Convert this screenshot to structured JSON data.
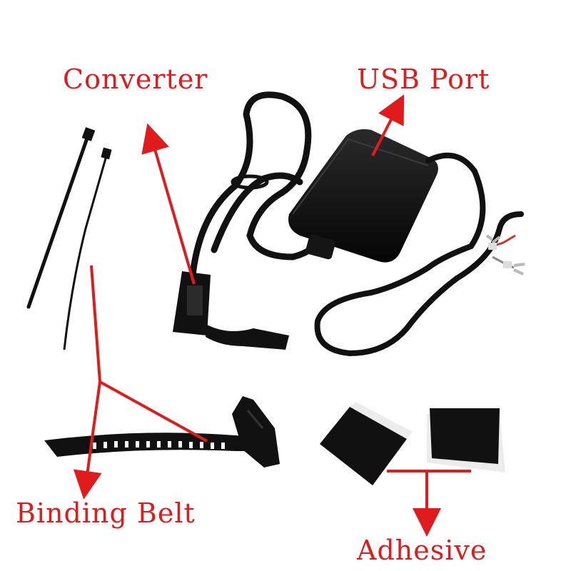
{
  "labels": {
    "converter": "Converter",
    "usb_port": "USB Port",
    "binding_belt": "Binding Belt",
    "adhesive": "Adhesive"
  },
  "colors": {
    "label": "#e11b1b",
    "arrow": "#e11b1b",
    "product": "#111111",
    "background": "#ffffff"
  }
}
